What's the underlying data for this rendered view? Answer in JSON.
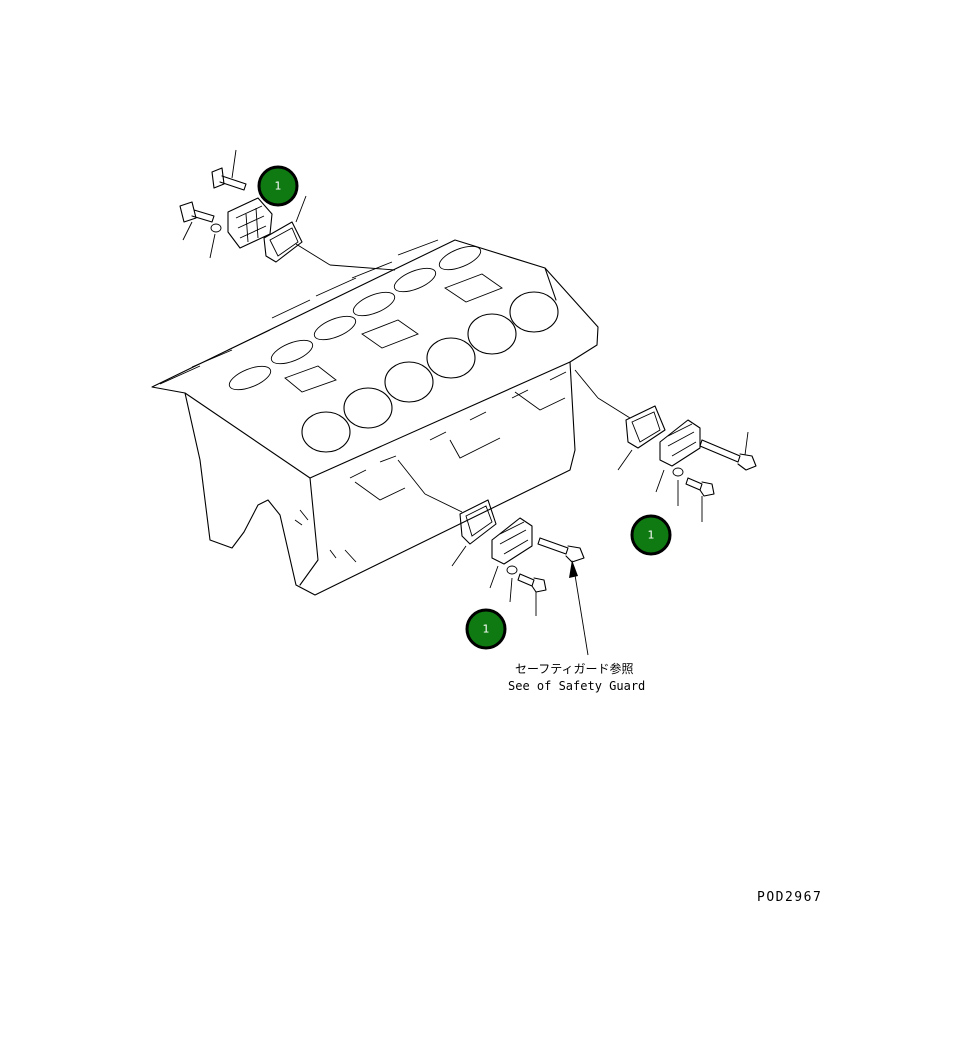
{
  "badges": [
    {
      "label": "1"
    },
    {
      "label": "1"
    },
    {
      "label": "1"
    }
  ],
  "note": {
    "japanese": "セーフティガード参照",
    "english": "See of Safety Guard"
  },
  "drawing_code": "POD2967",
  "colors": {
    "badge_fill": "#0f7a12",
    "line": "#000000",
    "background": "#ffffff"
  }
}
